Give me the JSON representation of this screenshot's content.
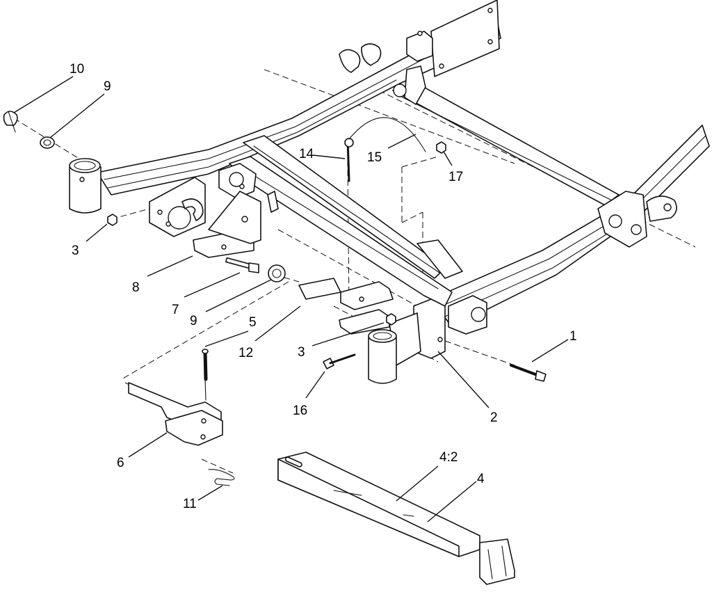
{
  "diagram": {
    "callouts": [
      {
        "id": "c-10",
        "label": "10"
      },
      {
        "id": "c-9a",
        "label": "9"
      },
      {
        "id": "c-14",
        "label": "14"
      },
      {
        "id": "c-15",
        "label": "15"
      },
      {
        "id": "c-17",
        "label": "17"
      },
      {
        "id": "c-3a",
        "label": "3"
      },
      {
        "id": "c-8",
        "label": "8"
      },
      {
        "id": "c-7",
        "label": "7"
      },
      {
        "id": "c-9b",
        "label": "9"
      },
      {
        "id": "c-5",
        "label": "5"
      },
      {
        "id": "c-12",
        "label": "12"
      },
      {
        "id": "c-3b",
        "label": "3"
      },
      {
        "id": "c-1",
        "label": "1"
      },
      {
        "id": "c-16",
        "label": "16"
      },
      {
        "id": "c-2",
        "label": "2"
      },
      {
        "id": "c-6",
        "label": "6"
      },
      {
        "id": "c-4-2",
        "label": "4:2"
      },
      {
        "id": "c-4",
        "label": "4"
      },
      {
        "id": "c-11",
        "label": "11"
      }
    ],
    "line_color": "#111111",
    "background": "#ffffff"
  }
}
